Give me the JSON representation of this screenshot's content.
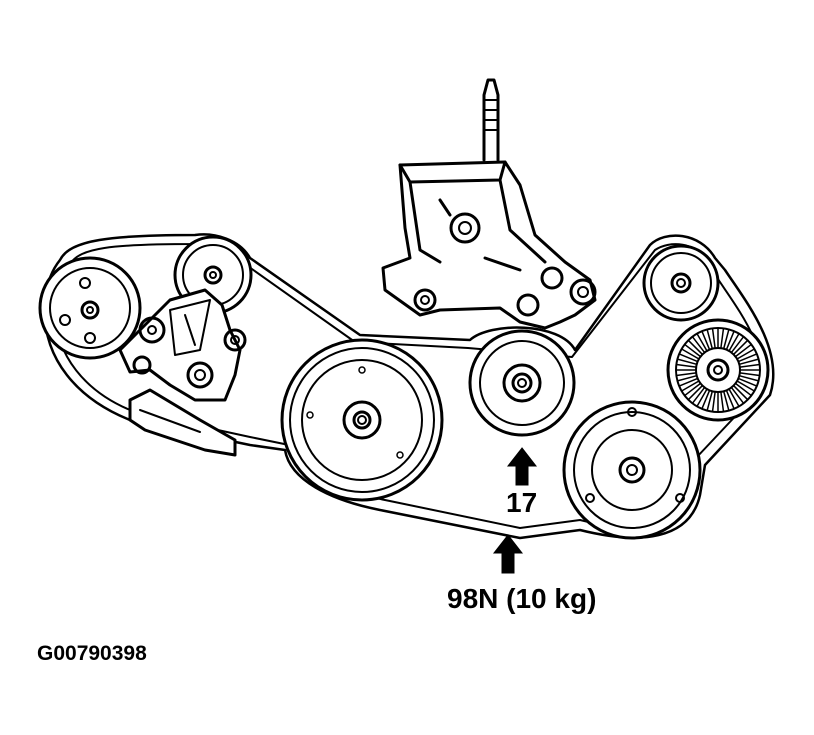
{
  "labels": {
    "deflection_value": "17",
    "tension_force": "98N (10 kg)",
    "figure_code": "G00790398"
  },
  "components": [
    {
      "name": "crankshaft-pulley"
    },
    {
      "name": "idler-pulley"
    },
    {
      "name": "tensioner-pulley"
    },
    {
      "name": "alternator-pulley"
    },
    {
      "name": "power-steering-pump-pulley"
    },
    {
      "name": "upper-idler-pulley"
    },
    {
      "name": "ac-compressor-pulley"
    }
  ],
  "colors": {
    "line": "#000000",
    "background": "#ffffff"
  }
}
